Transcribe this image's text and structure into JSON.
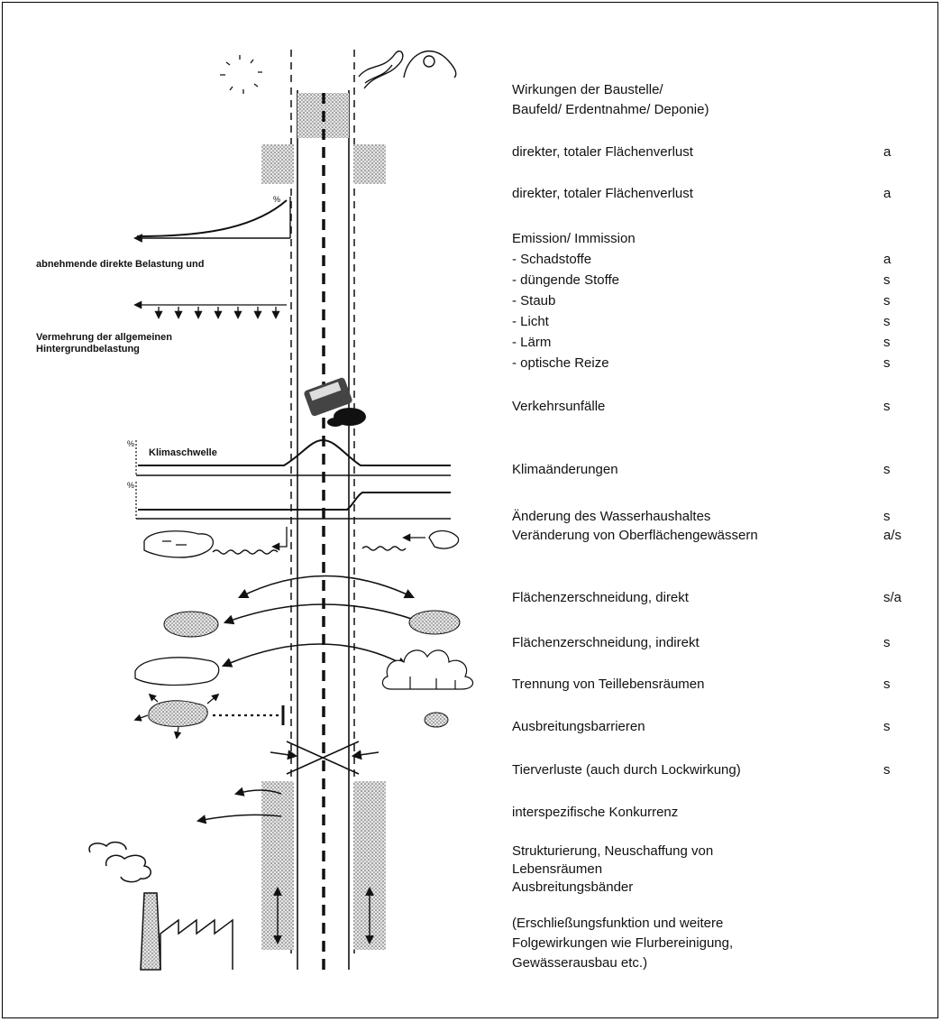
{
  "left_labels": {
    "decreasing_load": "abnehmende direkte Belastung und",
    "increasing_background": "Vermehrung der allgemeinen",
    "background_load": "Hintergrundbelastung",
    "climate_threshold": "Klimaschwelle",
    "percent": "%"
  },
  "effects": [
    {
      "label": "Wirkungen der Baustelle/",
      "code": ""
    },
    {
      "label": "Baufeld/ Erdentnahme/ Deponie)",
      "code": ""
    },
    {
      "label": "direkter, totaler Flächenverlust",
      "code": "a"
    },
    {
      "label": "direkter, totaler Flächenverlust",
      "code": "a"
    },
    {
      "label": "Emission/ Immission",
      "code": ""
    },
    {
      "label": "- Schadstoffe",
      "code": "a"
    },
    {
      "label": "- düngende Stoffe",
      "code": "s"
    },
    {
      "label": "- Staub",
      "code": "s"
    },
    {
      "label": "- Licht",
      "code": "s"
    },
    {
      "label": "- Lärm",
      "code": "s"
    },
    {
      "label": "- optische Reize",
      "code": "s"
    },
    {
      "label": "Verkehrsunfälle",
      "code": "s"
    },
    {
      "label": "Klimaänderungen",
      "code": "s"
    },
    {
      "label": "Änderung des Wasserhaushaltes",
      "code": "s"
    },
    {
      "label": "Veränderung von Oberflächengewässern",
      "code": "a/s"
    },
    {
      "label": "Flächenzerschneidung, direkt",
      "code": "s/a"
    },
    {
      "label": "Flächenzerschneidung, indirekt",
      "code": "s"
    },
    {
      "label": "Trennung von Teillebensräumen",
      "code": "s"
    },
    {
      "label": "Ausbreitungsbarrieren",
      "code": "s"
    },
    {
      "label": "Tierverluste (auch durch Lockwirkung)",
      "code": "s"
    },
    {
      "label": "interspezifische Konkurrenz",
      "code": ""
    },
    {
      "label": "Strukturierung, Neuschaffung von",
      "code": ""
    },
    {
      "label": "Lebensräumen",
      "code": ""
    },
    {
      "label": "Ausbreitungsbänder",
      "code": ""
    },
    {
      "label": "(Erschließungsfunktion und weitere",
      "code": ""
    },
    {
      "label": "Folgewirkungen wie Flurbereinigung,",
      "code": ""
    },
    {
      "label": "Gewässerausbau etc.)",
      "code": ""
    }
  ]
}
